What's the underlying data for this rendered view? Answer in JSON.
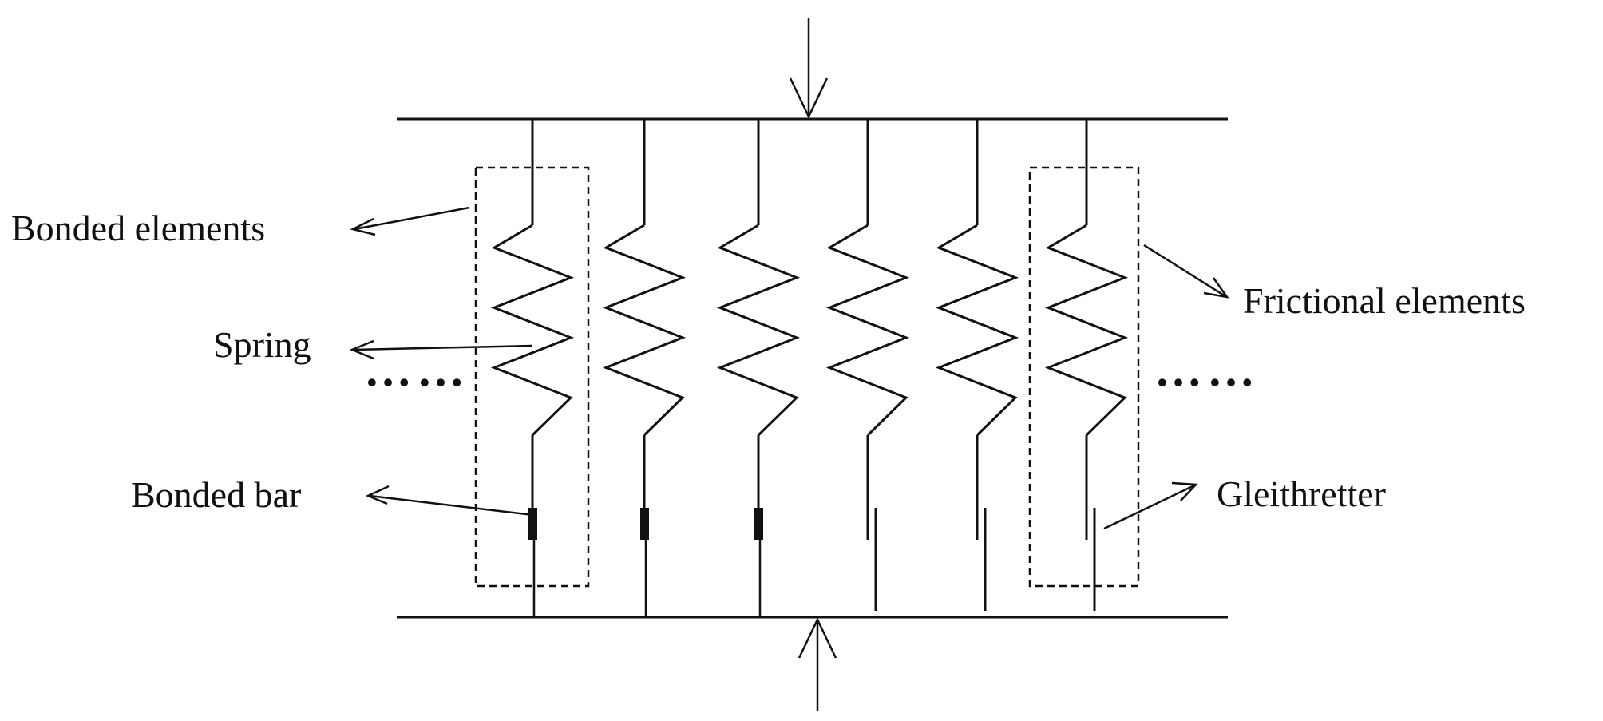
{
  "diagram": {
    "labels": {
      "bonded_elements": "Bonded elements",
      "spring": "Spring",
      "bonded_bar": "Bonded bar",
      "frictional_elements": "Frictional elements",
      "gleithretter": "Gleithretter",
      "ellipsis_left": "……",
      "ellipsis_right": "……"
    },
    "elements": [
      {
        "type": "bonded"
      },
      {
        "type": "bonded"
      },
      {
        "type": "bonded"
      },
      {
        "type": "frictional"
      },
      {
        "type": "frictional"
      },
      {
        "type": "frictional"
      }
    ]
  }
}
